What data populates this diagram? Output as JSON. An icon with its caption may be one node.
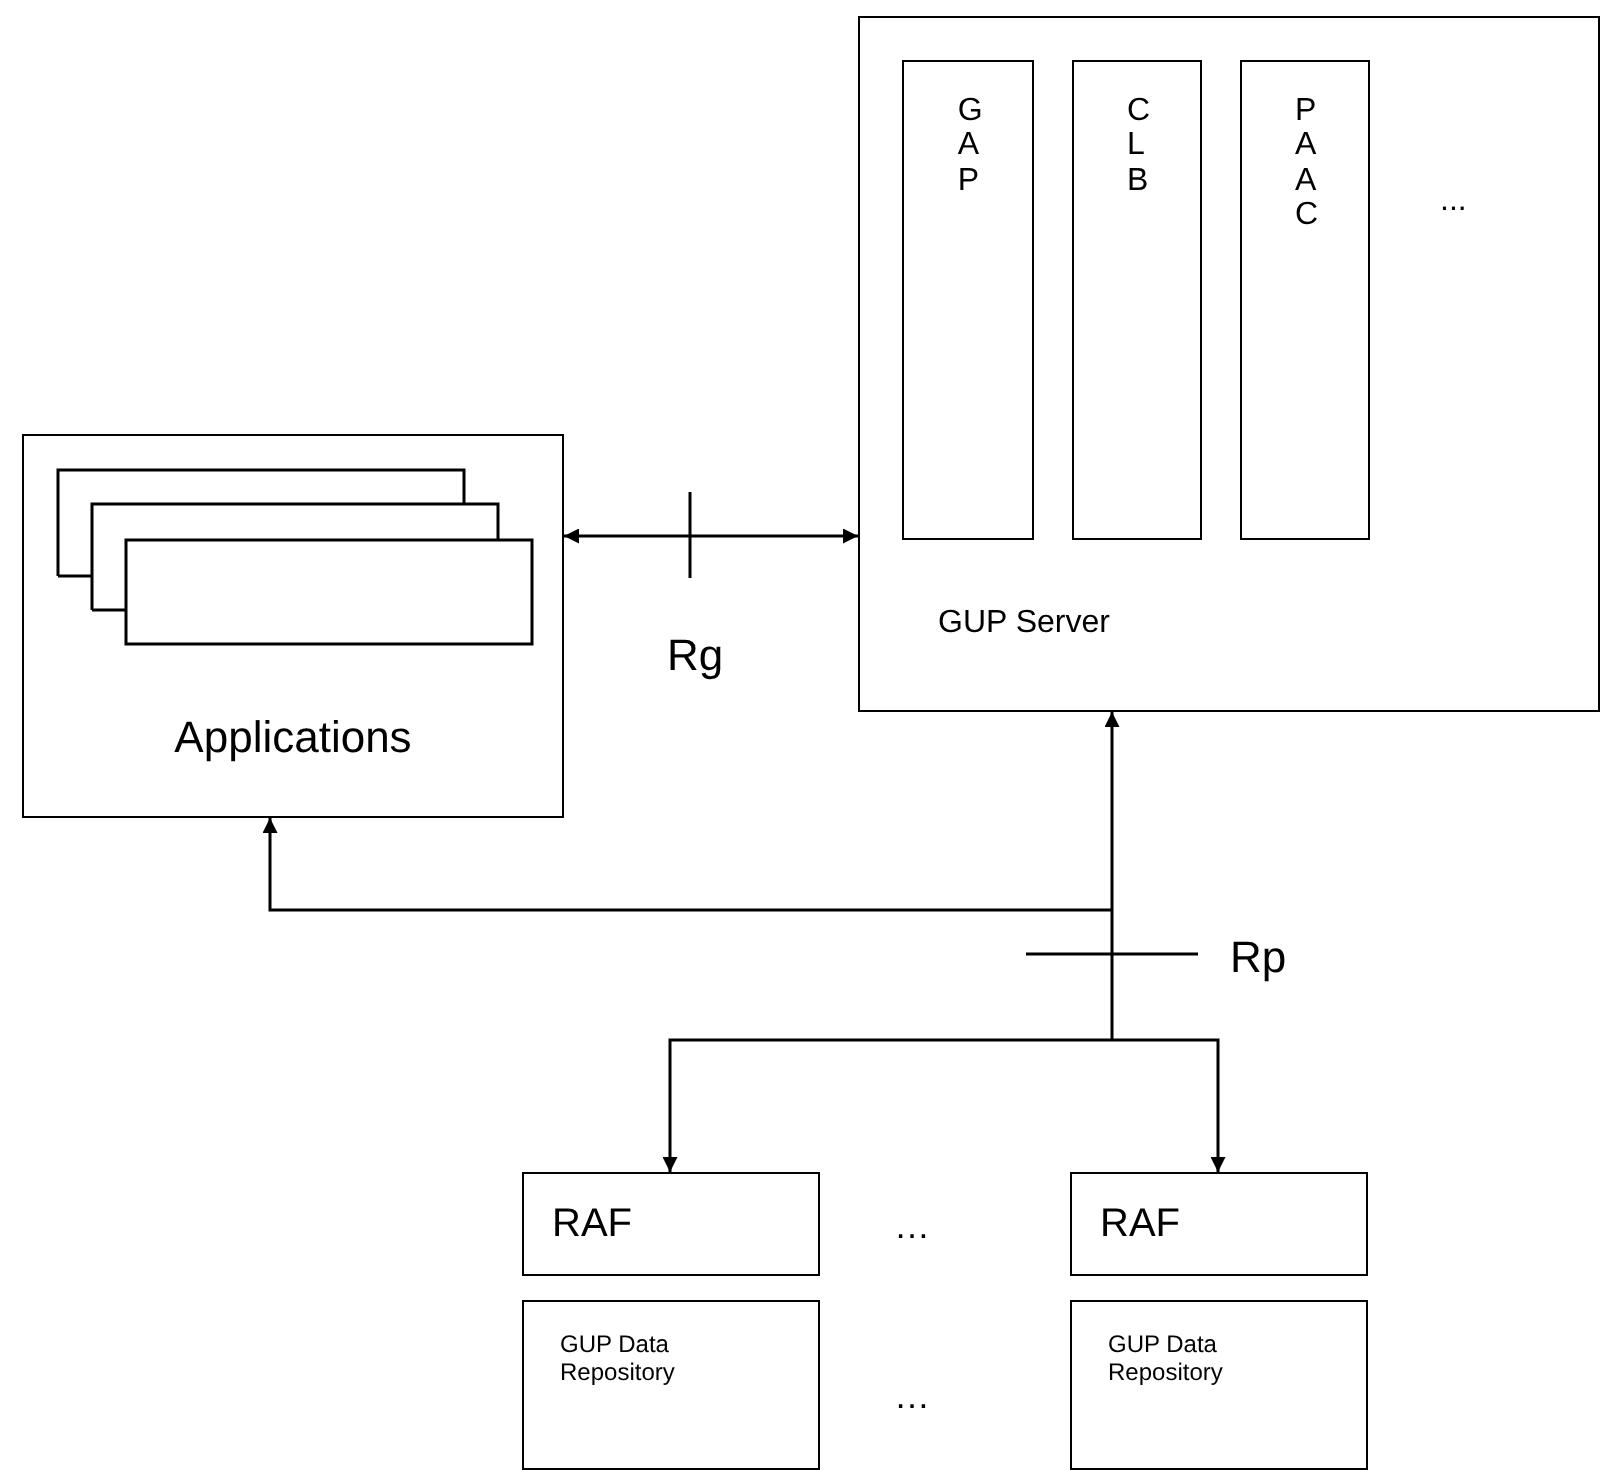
{
  "diagram": {
    "nodes": [
      {
        "text": [
          "Applications"
        ]
      },
      {
        "text": [
          "GUP Server"
        ]
      },
      {
        "text": [
          "GAP"
        ],
        "in": 1
      },
      {
        "text": [
          "CLB"
        ],
        "in": 1
      },
      {
        "text": [
          "PAAC"
        ],
        "in": 1
      },
      {
        "text": [
          "RAF"
        ]
      },
      {
        "text": [
          "RAF"
        ]
      },
      {
        "text": [
          "GUP Data Repository"
        ]
      },
      {
        "text": [
          "GUP Data Repository"
        ]
      }
    ],
    "edges": [
      {
        "from": 0,
        "to": 1,
        "arrow": "both",
        "label": "Rg"
      },
      {
        "from": null,
        "to": 1,
        "arrow": "to"
      },
      {
        "from": null,
        "to": 0,
        "arrow": "to"
      },
      {
        "from": null,
        "to": 5,
        "arrow": "to"
      },
      {
        "from": null,
        "to": 6,
        "arrow": "to"
      }
    ],
    "labels": [
      "...",
      "Rp",
      "…",
      "…"
    ]
  }
}
